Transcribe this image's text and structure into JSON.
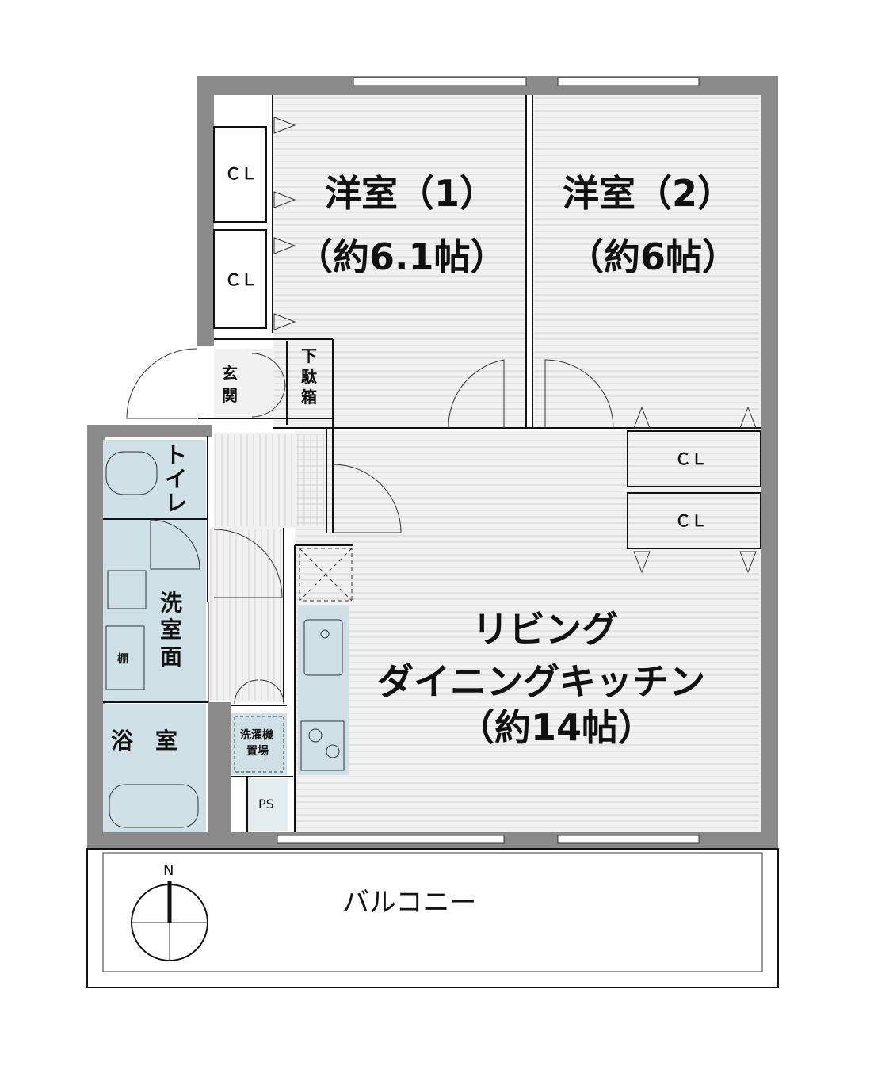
{
  "rooms": {
    "western1_name": "洋室（1）",
    "western1_size": "（約6.1帖）",
    "western2_name": "洋室（2）",
    "western2_size": "（約6帖）",
    "ldk_line1": "リビング",
    "ldk_line2": "ダイニングキッチン",
    "ldk_size": "（約14帖）",
    "entrance": [
      "玄",
      "関"
    ],
    "shoe_box": [
      "下",
      "駄",
      "箱"
    ],
    "toilet": [
      "ト",
      "イ",
      "レ"
    ],
    "washroom": [
      "洗",
      "室",
      "面"
    ],
    "shelf": "棚",
    "bath": "浴　室",
    "washer": [
      "洗濯機",
      "置場"
    ],
    "ps": "PS",
    "balcony": "バルコニー",
    "closet": "ＣＬ"
  },
  "compass": {
    "north": "N"
  }
}
